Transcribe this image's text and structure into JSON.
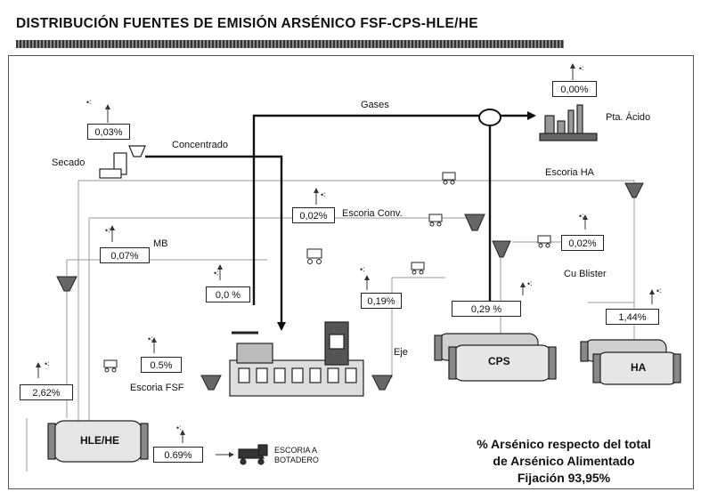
{
  "title": "DISTRIBUCIÓN FUENTES DE EMISIÓN ARSÉNICO FSF-CPS-HLE/HE",
  "flows": {
    "gases": "Gases",
    "concentrado": "Concentrado",
    "escoria_ha": "Escoria HA",
    "escoria_conv": "Escoria Conv.",
    "mb": "MB",
    "cu_blister": "Cu Blister",
    "eje": "Eje",
    "escoria_fsf": "Escoria FSF",
    "escoria_botadero_1": "ESCORIA A",
    "escoria_botadero_2": "BOTADERO"
  },
  "units": {
    "secado": "Secado",
    "pta_acido": "Pta. Ácido",
    "cps": "CPS",
    "ha": "HA",
    "hlehe": "HLE/HE"
  },
  "values": {
    "secado": "0,03%",
    "pta_acido": "0,00%",
    "escoria_conv": "0,02%",
    "mb": "0,07%",
    "fsf_gas": "0,0 %",
    "eje": "0,19%",
    "cps": "0,29 %",
    "cu_blister": "0,02%",
    "ha": "1,44%",
    "escoria_fsf": "0.5%",
    "hlehe_in": "2,62%",
    "botadero": "0.69%"
  },
  "summary": {
    "line1": "% Arsénico respecto del total",
    "line2": "de Arsénico Alimentado",
    "line3": "Fijación 93,95%"
  }
}
